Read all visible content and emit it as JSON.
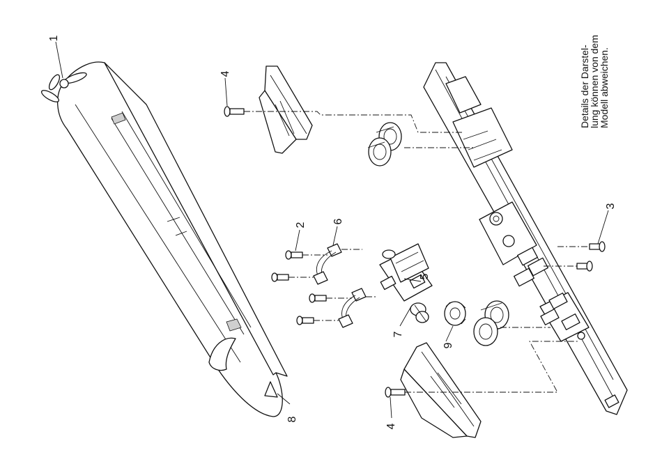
{
  "note": {
    "lines": [
      "Details der Darstel-",
      "lung können von dem",
      "Modell abweichen."
    ]
  },
  "callouts": [
    "1",
    "2",
    "3",
    "4",
    "4",
    "5",
    "6",
    "7",
    "8",
    "9"
  ]
}
